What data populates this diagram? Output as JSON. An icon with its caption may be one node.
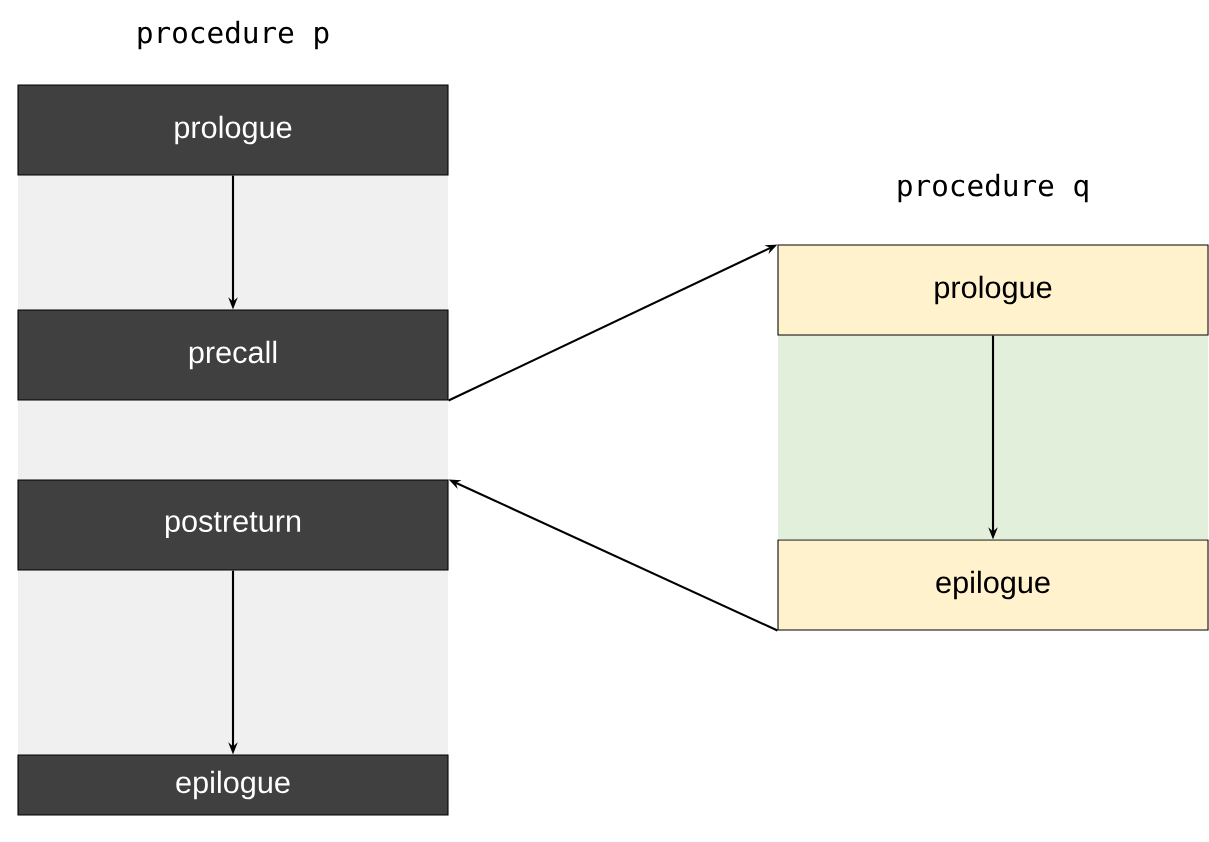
{
  "diagram": {
    "nodes": [
      {
        "text": [
          "procedure p"
        ]
      },
      {
        "text": [
          "prologue"
        ],
        "in": 0
      },
      {
        "text": [
          "precall"
        ],
        "in": 0
      },
      {
        "text": [
          "postreturn"
        ],
        "in": 0
      },
      {
        "text": [
          "epilogue"
        ],
        "in": 0
      },
      {
        "text": [
          "procedure q"
        ]
      },
      {
        "text": [
          "prologue"
        ],
        "in": 5
      },
      {
        "text": [
          "epilogue"
        ],
        "in": 5
      }
    ],
    "edges": [
      {
        "from": 1,
        "to": 2,
        "arrow": "to"
      },
      {
        "from": 2,
        "to": 6,
        "arrow": "to"
      },
      {
        "from": 6,
        "to": 7,
        "arrow": "to"
      },
      {
        "from": 7,
        "to": 3,
        "arrow": "to"
      },
      {
        "from": 3,
        "to": 4,
        "arrow": "to"
      }
    ]
  }
}
